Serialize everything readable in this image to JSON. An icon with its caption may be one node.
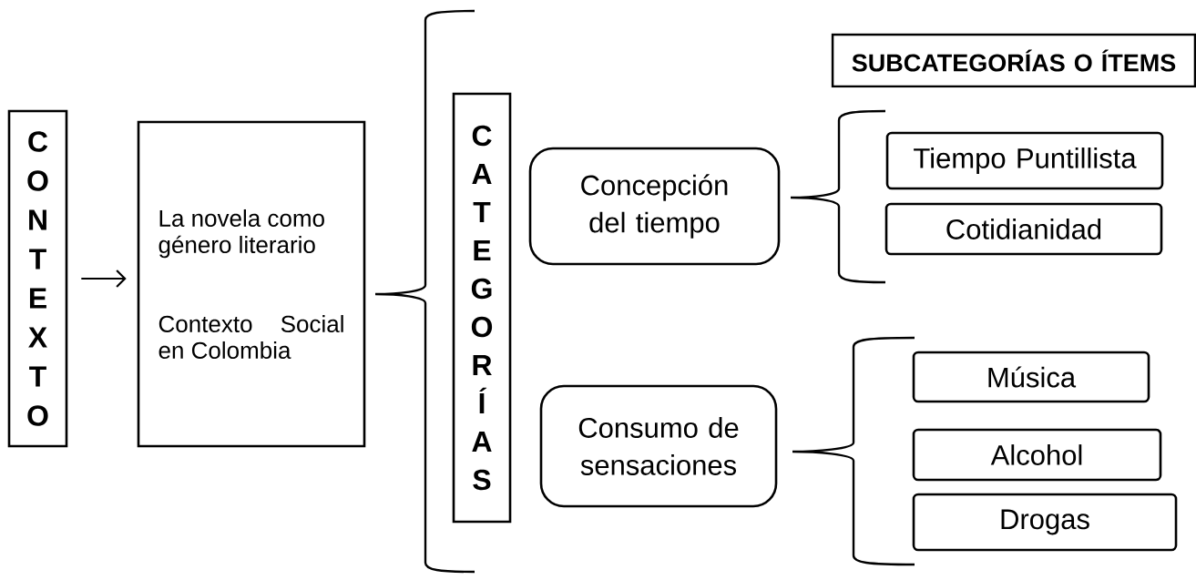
{
  "diagram": {
    "nodes": [
      {
        "text": [
          "CONTEXTO"
        ]
      },
      {
        "text": [
          "La novela como género literario",
          "Contexto Social en Colombia"
        ]
      },
      {
        "text": [
          "CATEGORÍAS"
        ]
      },
      {
        "text": [
          "Concepción del tiempo"
        ]
      },
      {
        "text": [
          "Consumo de sensaciones"
        ]
      },
      {
        "text": [
          "SUBCATEGORÍAS O ÍTEMS"
        ]
      },
      {
        "text": [
          "Tiempo Puntillista"
        ]
      },
      {
        "text": [
          "Cotidianidad"
        ]
      },
      {
        "text": [
          "Música"
        ]
      },
      {
        "text": [
          "Alcohol"
        ]
      },
      {
        "text": [
          "Drogas"
        ]
      }
    ],
    "edges": [
      {
        "from": 0,
        "to": 1,
        "arrow": "to"
      }
    ]
  }
}
